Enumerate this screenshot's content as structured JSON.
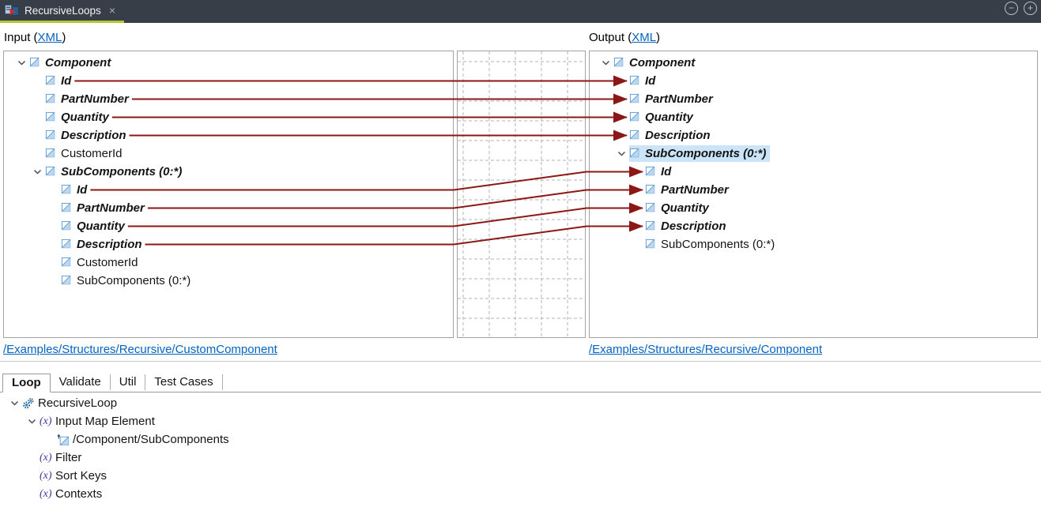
{
  "tab_bar": {
    "title": "RecursiveLoops",
    "close_glyph": "×",
    "zoom_out_glyph": "−",
    "zoom_in_glyph": "+"
  },
  "input_header": {
    "prefix": "Input (",
    "link": "XML",
    "suffix": ")"
  },
  "output_header": {
    "prefix": "Output (",
    "link": "XML",
    "suffix": ")"
  },
  "input_tree": {
    "items": [
      {
        "id": "in-component",
        "label": "Component",
        "level": 0,
        "expanded": true,
        "mapped": true
      },
      {
        "id": "in-id",
        "label": "Id",
        "level": 1,
        "mapped": true
      },
      {
        "id": "in-partnumber",
        "label": "PartNumber",
        "level": 1,
        "mapped": true
      },
      {
        "id": "in-quantity",
        "label": "Quantity",
        "level": 1,
        "mapped": true
      },
      {
        "id": "in-description",
        "label": "Description",
        "level": 1,
        "mapped": true
      },
      {
        "id": "in-customerid",
        "label": "CustomerId",
        "level": 1
      },
      {
        "id": "in-subcomponents",
        "label": "SubComponents (0:*)",
        "level": 1,
        "expanded": true,
        "mapped": true
      },
      {
        "id": "in-sub-id",
        "label": "Id",
        "level": 2,
        "mapped": true
      },
      {
        "id": "in-sub-partnumber",
        "label": "PartNumber",
        "level": 2,
        "mapped": true
      },
      {
        "id": "in-sub-quantity",
        "label": "Quantity",
        "level": 2,
        "mapped": true
      },
      {
        "id": "in-sub-description",
        "label": "Description",
        "level": 2,
        "mapped": true
      },
      {
        "id": "in-sub-customerid",
        "label": "CustomerId",
        "level": 2
      },
      {
        "id": "in-sub-subcomponents",
        "label": "SubComponents (0:*)",
        "level": 2
      }
    ]
  },
  "output_tree": {
    "items": [
      {
        "id": "out-component",
        "label": "Component",
        "level": 0,
        "expanded": true,
        "mapped": true
      },
      {
        "id": "out-id",
        "label": "Id",
        "level": 1,
        "mapped": true
      },
      {
        "id": "out-partnumber",
        "label": "PartNumber",
        "level": 1,
        "mapped": true
      },
      {
        "id": "out-quantity",
        "label": "Quantity",
        "level": 1,
        "mapped": true
      },
      {
        "id": "out-description",
        "label": "Description",
        "level": 1,
        "mapped": true
      },
      {
        "id": "out-subcomponents",
        "label": "SubComponents (0:*)",
        "level": 1,
        "expanded": true,
        "mapped": true,
        "highlight": true
      },
      {
        "id": "out-sub-id",
        "label": "Id",
        "level": 2,
        "mapped": true
      },
      {
        "id": "out-sub-partnumber",
        "label": "PartNumber",
        "level": 2,
        "mapped": true
      },
      {
        "id": "out-sub-quantity",
        "label": "Quantity",
        "level": 2,
        "mapped": true
      },
      {
        "id": "out-sub-description",
        "label": "Description",
        "level": 2,
        "mapped": true
      },
      {
        "id": "out-sub-subcomponents",
        "label": "SubComponents (0:*)",
        "level": 2
      }
    ]
  },
  "connections": [
    {
      "from": "in-id",
      "to": "out-id"
    },
    {
      "from": "in-partnumber",
      "to": "out-partnumber"
    },
    {
      "from": "in-quantity",
      "to": "out-quantity"
    },
    {
      "from": "in-description",
      "to": "out-description"
    },
    {
      "from": "in-sub-id",
      "to": "out-sub-id"
    },
    {
      "from": "in-sub-partnumber",
      "to": "out-sub-partnumber"
    },
    {
      "from": "in-sub-quantity",
      "to": "out-sub-quantity"
    },
    {
      "from": "in-sub-description",
      "to": "out-sub-description"
    }
  ],
  "input_source_link": "/Examples/Structures/Recursive/CustomComponent",
  "output_source_link": "/Examples/Structures/Recursive/Component",
  "bottom": {
    "tabs": [
      {
        "label": "Loop",
        "active": true
      },
      {
        "label": "Validate",
        "active": false
      },
      {
        "label": "Util",
        "active": false
      },
      {
        "label": "Test Cases",
        "active": false
      }
    ],
    "tree": {
      "items": [
        {
          "id": "recursiveloop",
          "label": "RecursiveLoop",
          "level": 0,
          "expanded": true,
          "icon": "gears"
        },
        {
          "id": "input-map-element",
          "label": "Input Map Element",
          "level": 1,
          "expanded": true,
          "icon": "fx"
        },
        {
          "id": "component-subcomponents",
          "label": "/Component/SubComponents",
          "level": 2,
          "icon": "elem-up"
        },
        {
          "id": "filter",
          "label": "Filter",
          "level": 1,
          "icon": "fx"
        },
        {
          "id": "sort-keys",
          "label": "Sort Keys",
          "level": 1,
          "icon": "fx"
        },
        {
          "id": "contexts",
          "label": "Contexts",
          "level": 1,
          "icon": "fx"
        }
      ]
    }
  },
  "icons": {
    "tab_document": "mapping-document-icon",
    "close": "close-icon",
    "zoom_out": "zoom-out-icon",
    "zoom_in": "zoom-in-icon",
    "tree_element": "xml-element-icon",
    "tree_element_ref": "xml-element-ref-icon",
    "chevron": "chevron-down-icon",
    "gears": "loop-gears-icon",
    "fx": "expression-icon"
  },
  "colors": {
    "tabbar_bg": "#373e48",
    "accent_green": "#b3c62f",
    "map_line": "#8b1717",
    "highlight": "#cce4f7",
    "link_blue": "#0563c1",
    "grid_dash": "#b3b3b3"
  }
}
